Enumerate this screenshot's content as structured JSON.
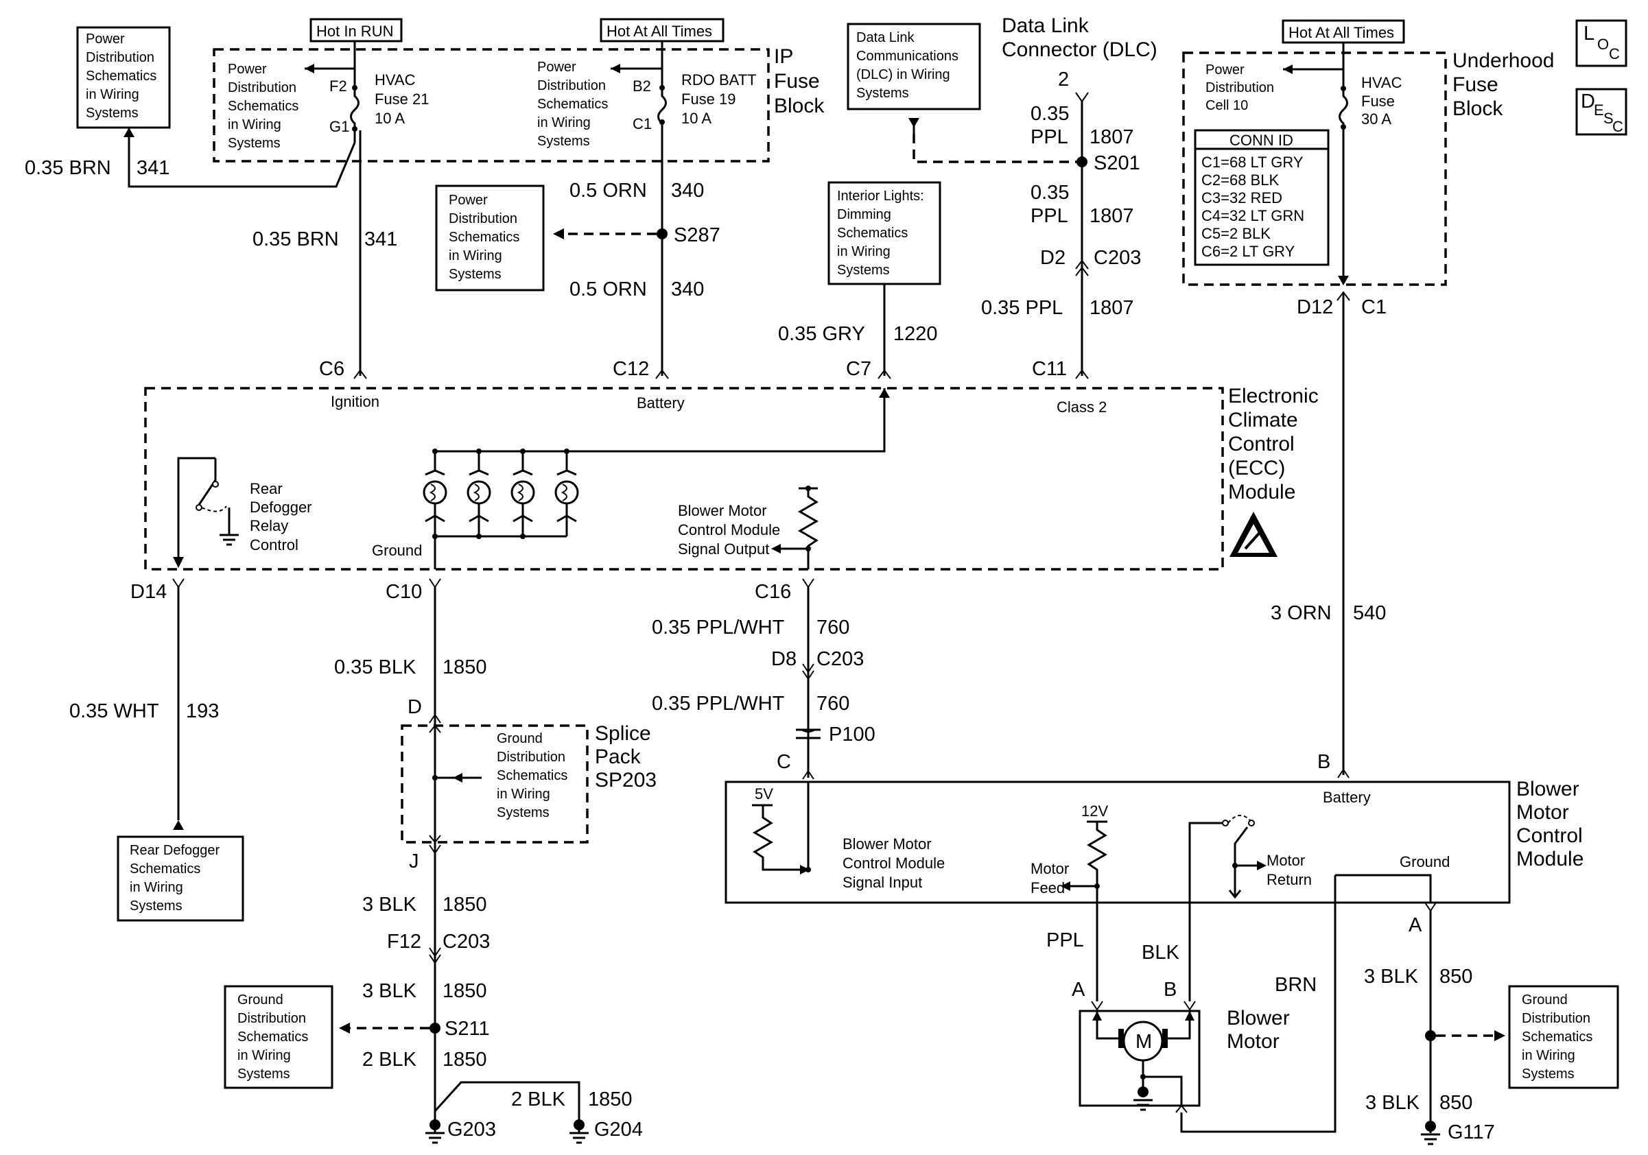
{
  "ref_boxes": {
    "loc": [
      "L",
      "O",
      "C"
    ],
    "desc": [
      "D",
      "E",
      "S",
      "C"
    ]
  },
  "headers": {
    "hot_in_run": "Hot In RUN",
    "hot_at_all_times_ip": "Hot At All Times",
    "hot_at_all_times_uh": "Hot At All Times"
  },
  "ip_fuse_block": {
    "title": [
      "IP",
      "Fuse",
      "Block"
    ],
    "left_note": [
      "Power",
      "Distribution",
      "Schematics",
      "in Wiring",
      "Systems"
    ],
    "right_note": [
      "Power",
      "Distribution",
      "Schematics",
      "in Wiring",
      "Systems"
    ],
    "hvac_fuse": [
      "HVAC",
      "Fuse 21",
      "10 A"
    ],
    "hvac_pins": {
      "top": "F2",
      "bottom": "G1"
    },
    "rdo_fuse": [
      "RDO BATT",
      "Fuse 19",
      "10 A"
    ],
    "rdo_pins": {
      "top": "B2",
      "bottom": "C1"
    }
  },
  "underhood_fuse_block": {
    "title": [
      "Underhood",
      "Fuse",
      "Block"
    ],
    "note": [
      "Power",
      "Distribution",
      "Cell 10"
    ],
    "fuse": [
      "HVAC",
      "Fuse",
      "30 A"
    ],
    "conn_id_title": "CONN ID",
    "conn_id": [
      "C1=68 LT GRY",
      "C2=68 BLK",
      "C3=32 RED",
      "C4=32 LT GRN",
      "C5=2 BLK",
      "C6=2 LT GRY"
    ],
    "pins": {
      "left": "D12",
      "right": "C1"
    }
  },
  "dlc": {
    "title": [
      "Data Link",
      "Connector (DLC)"
    ],
    "pin": "2",
    "ref_note": [
      "Data Link",
      "Communications",
      "(DLC) in Wiring",
      "Systems"
    ],
    "splice": "S201"
  },
  "ref_notes": {
    "top_left": [
      "Power",
      "Distribution",
      "Schematics",
      "in Wiring",
      "Systems"
    ],
    "s287": [
      "Power",
      "Distribution",
      "Schematics",
      "in Wiring",
      "Systems"
    ],
    "interior_lights": [
      "Interior Lights:",
      "Dimming",
      "Schematics",
      "in Wiring",
      "Systems"
    ],
    "rear_defogger": [
      "Rear Defogger",
      "Schematics",
      "in Wiring",
      "Systems"
    ],
    "ground_left": [
      "Ground",
      "Distribution",
      "Schematics",
      "in Wiring",
      "Systems"
    ],
    "ground_right": [
      "Ground",
      "Distribution",
      "Schematics",
      "in Wiring",
      "Systems"
    ]
  },
  "wires": {
    "brn_top": {
      "size": "0.35 BRN",
      "circuit": "341"
    },
    "brn_mid": {
      "size": "0.35 BRN",
      "circuit": "341"
    },
    "orn_top": {
      "size": "0.5 ORN",
      "circuit": "340"
    },
    "orn_mid": {
      "size": "0.5 ORN",
      "circuit": "340"
    },
    "gry": {
      "size": "0.35 GRY",
      "circuit": "1220"
    },
    "ppl_1": {
      "size": [
        "0.35",
        "PPL"
      ],
      "circuit": "1807"
    },
    "ppl_2": {
      "size": [
        "0.35",
        "PPL"
      ],
      "circuit": "1807"
    },
    "ppl_3": {
      "size": "0.35 PPL",
      "circuit": "1807"
    },
    "orn_540": {
      "size": "3 ORN",
      "circuit": "540"
    },
    "wht": {
      "size": "0.35 WHT",
      "circuit": "193"
    },
    "blk_1850_a": {
      "size": "0.35 BLK",
      "circuit": "1850"
    },
    "blk_1850_b": {
      "size": "3 BLK",
      "circuit": "1850"
    },
    "blk_1850_c": {
      "size": "3 BLK",
      "circuit": "1850"
    },
    "blk_1850_d": {
      "size": "2 BLK",
      "circuit": "1850"
    },
    "blk_1850_e": {
      "size": "2 BLK",
      "circuit": "1850"
    },
    "pplwht_1": {
      "size": "0.35 PPL/WHT",
      "circuit": "760"
    },
    "pplwht_2": {
      "size": "0.35 PPL/WHT",
      "circuit": "760"
    },
    "blk_850_a": {
      "size": "3 BLK",
      "circuit": "850"
    },
    "blk_850_b": {
      "size": "3 BLK",
      "circuit": "850"
    },
    "ppl_motor": "PPL",
    "blk_motor": "BLK",
    "brn_motor": "BRN"
  },
  "connectors": {
    "d2": "D2",
    "c203_top": "C203",
    "c6": "C6",
    "c12": "C12",
    "c7": "C7",
    "c11": "C11",
    "d14": "D14",
    "c10": "C10",
    "c16": "C16",
    "d8": "D8",
    "c203_mid": "C203",
    "p100": "P100",
    "c_pin": "C",
    "d_pin": "D",
    "j_pin": "J",
    "f12": "F12",
    "c203_low": "C203",
    "b_pin": "B",
    "a_pin": "A",
    "motor_a": "A",
    "motor_b": "B"
  },
  "splices": {
    "s287": "S287",
    "s211": "S211"
  },
  "grounds": {
    "g203": "G203",
    "g204": "G204",
    "g117": "G117"
  },
  "ecc": {
    "title": [
      "Electronic",
      "Climate",
      "Control",
      "(ECC)",
      "Module"
    ],
    "ignition": "Ignition",
    "battery": "Battery",
    "class2": "Class 2",
    "ground": "Ground",
    "relay": [
      "Rear",
      "Defogger",
      "Relay",
      "Control"
    ],
    "blower_out": [
      "Blower Motor",
      "Control Module",
      "Signal Output"
    ]
  },
  "splice_pack": {
    "title": [
      "Splice",
      "Pack",
      "SP203"
    ],
    "note": [
      "Ground",
      "Distribution",
      "Schematics",
      "in Wiring",
      "Systems"
    ]
  },
  "bmcm": {
    "title": [
      "Blower",
      "Motor",
      "Control",
      "Module"
    ],
    "battery": "Battery",
    "v5": "5V",
    "v12": "12V",
    "signal_in": [
      "Blower Motor",
      "Control Module",
      "Signal Input"
    ],
    "motor_feed": [
      "Motor",
      "Feed"
    ],
    "motor_return": [
      "Motor",
      "Return"
    ],
    "ground": "Ground"
  },
  "blower_motor": {
    "title": [
      "Blower",
      "Motor"
    ],
    "symbol": "M"
  }
}
